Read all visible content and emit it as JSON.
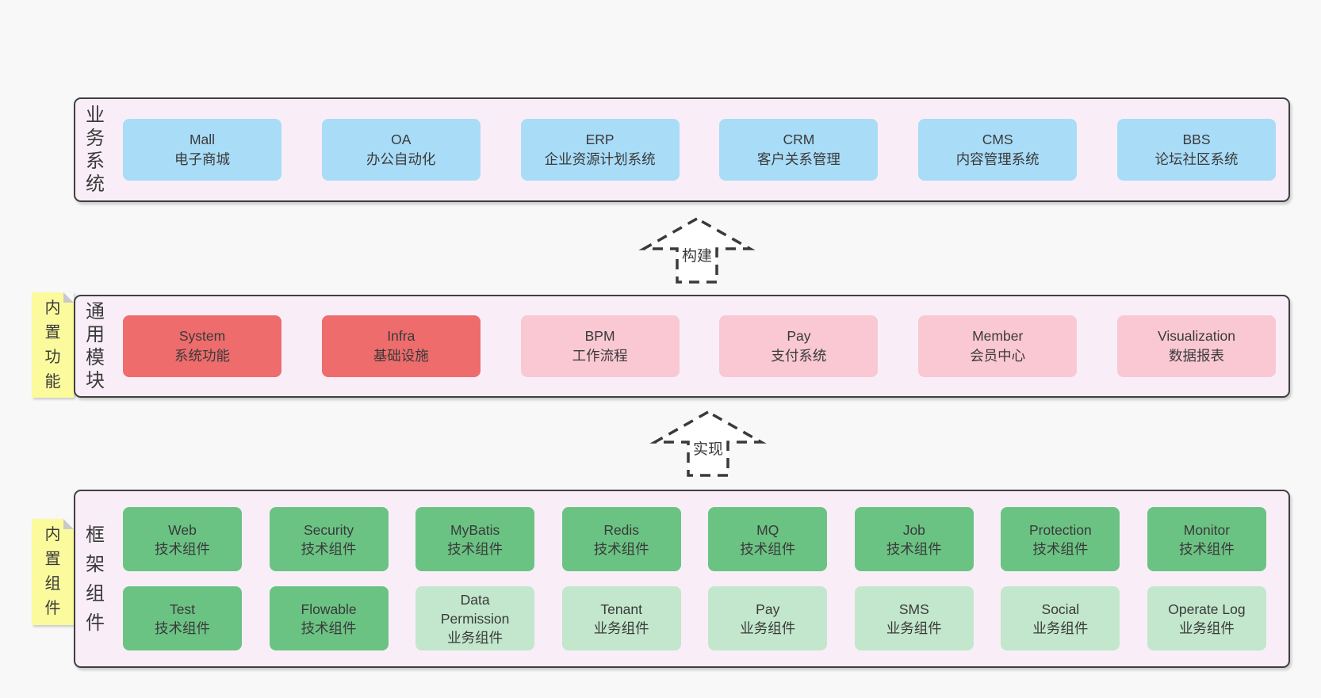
{
  "colors": {
    "page-bg": "#f8f8f8",
    "band-bg": "#f9eef8",
    "band-border": "#3f3f3f",
    "text": "#3a3a3a",
    "blue": "#a9dcf7",
    "red": "#ee6c6c",
    "pink": "#f9c8d3",
    "green": "#6bc383",
    "green-light": "#c3e7cc",
    "sticky": "#fbfb9e",
    "fold": "#c9c9c9",
    "arrow-stroke": "#3a3a3a"
  },
  "business": {
    "side_label": "业务系统",
    "items": [
      {
        "name": "Mall",
        "desc": "电子商城",
        "variant": "blue"
      },
      {
        "name": "OA",
        "desc": "办公自动化",
        "variant": "blue"
      },
      {
        "name": "ERP",
        "desc": "企业资源计划系统",
        "variant": "blue"
      },
      {
        "name": "CRM",
        "desc": "客户关系管理",
        "variant": "blue"
      },
      {
        "name": "CMS",
        "desc": "内容管理系统",
        "variant": "blue"
      },
      {
        "name": "BBS",
        "desc": "论坛社区系统",
        "variant": "blue"
      }
    ]
  },
  "arrows": {
    "build": "构建",
    "implement": "实现"
  },
  "modules": {
    "side_label": "通用模块",
    "sticky_label": "内置功能",
    "items": [
      {
        "name": "System",
        "desc": "系统功能",
        "variant": "red"
      },
      {
        "name": "Infra",
        "desc": "基础设施",
        "variant": "red"
      },
      {
        "name": "BPM",
        "desc": "工作流程",
        "variant": "pink"
      },
      {
        "name": "Pay",
        "desc": "支付系统",
        "variant": "pink"
      },
      {
        "name": "Member",
        "desc": "会员中心",
        "variant": "pink"
      },
      {
        "name": "Visualization",
        "desc": "数据报表",
        "variant": "pink"
      }
    ]
  },
  "components": {
    "side_label": "框架组件",
    "sticky_label": "内置组件",
    "row1": [
      {
        "name": "Web",
        "desc": "技术组件",
        "variant": "green"
      },
      {
        "name": "Security",
        "desc": "技术组件",
        "variant": "green"
      },
      {
        "name": "MyBatis",
        "desc": "技术组件",
        "variant": "green"
      },
      {
        "name": "Redis",
        "desc": "技术组件",
        "variant": "green"
      },
      {
        "name": "MQ",
        "desc": "技术组件",
        "variant": "green"
      },
      {
        "name": "Job",
        "desc": "技术组件",
        "variant": "green"
      },
      {
        "name": "Protection",
        "desc": "技术组件",
        "variant": "green"
      },
      {
        "name": "Monitor",
        "desc": "技术组件",
        "variant": "green"
      }
    ],
    "row2": [
      {
        "name": "Test",
        "desc": "技术组件",
        "variant": "green"
      },
      {
        "name": "Flowable",
        "desc": "技术组件",
        "variant": "green"
      },
      {
        "name": "Data Permission",
        "desc": "业务组件",
        "variant": "green-light"
      },
      {
        "name": "Tenant",
        "desc": "业务组件",
        "variant": "green-light"
      },
      {
        "name": "Pay",
        "desc": "业务组件",
        "variant": "green-light"
      },
      {
        "name": "SMS",
        "desc": "业务组件",
        "variant": "green-light"
      },
      {
        "name": "Social",
        "desc": "业务组件",
        "variant": "green-light"
      },
      {
        "name": "Operate Log",
        "desc": "业务组件",
        "variant": "green-light"
      }
    ]
  }
}
